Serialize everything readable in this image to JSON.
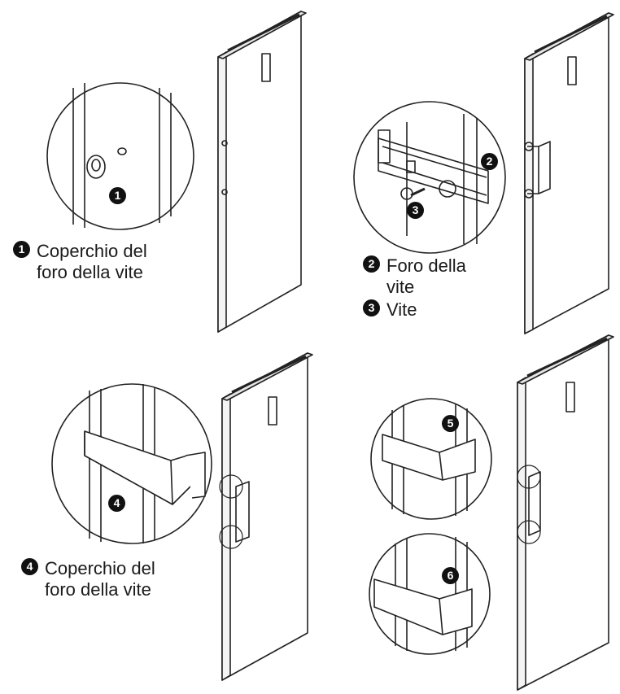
{
  "legend": {
    "item1": {
      "number": "1",
      "text": "Coperchio del foro della vite"
    },
    "item2": {
      "number": "2",
      "text": "Foro della vite"
    },
    "item3": {
      "number": "3",
      "text": "Vite"
    },
    "item4": {
      "number": "4",
      "text": "Coperchio del foro della vite"
    }
  },
  "callouts": {
    "c1": "1",
    "c2": "2",
    "c3": "3",
    "c4": "4",
    "c5": "5",
    "c6": "6"
  }
}
